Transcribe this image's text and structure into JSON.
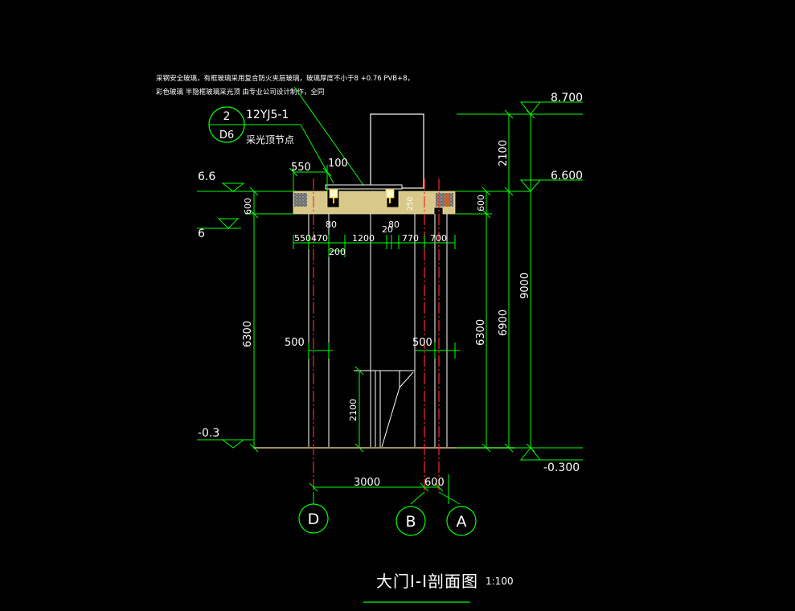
{
  "title": "大门I-I剖面图",
  "scale": "1:100",
  "notes": {
    "line1": "采钢安全玻璃，有框玻璃采用复合防火夹层玻璃，玻璃厚度不小于8 +0.76 PVB+8，",
    "line2": "彩色玻璃 半隐框玻璃采光顶 由专业公司设计制作，全同"
  },
  "detail_ref": {
    "number": "2",
    "sheet": "D6",
    "atlas": "12YJ5-1",
    "name": "采光顶节点"
  },
  "levels_left": [
    "6.6",
    "6",
    "-0.3"
  ],
  "levels_right": [
    "8.700",
    "6.600",
    "-0.300"
  ],
  "dims": {
    "roof_parapet": "550",
    "glass_width": "100",
    "left_600": "600",
    "left_6300": "6300",
    "w500_left": "500",
    "w500_right": "500",
    "beam_250": "250",
    "r80_left": "80",
    "r80_right": "80",
    "h550": "550",
    "h470": "470",
    "h1200": "1200",
    "h20": "20",
    "h770": "770",
    "h700": "700",
    "h200": "200",
    "door_2100": "2100",
    "right_600": "600",
    "right_6300": "6300",
    "right_2100": "2100",
    "right_6900": "6900",
    "right_9000": "9000",
    "axis_3000": "3000",
    "axis_600": "600"
  },
  "axes": [
    "D",
    "B",
    "A"
  ],
  "colors": {
    "line": "#00ff00",
    "axis": "#ff2a2a",
    "struct": "#ffffff",
    "ground": "#d6c178",
    "slab": "#d8c98a",
    "text": "#ffffff"
  }
}
